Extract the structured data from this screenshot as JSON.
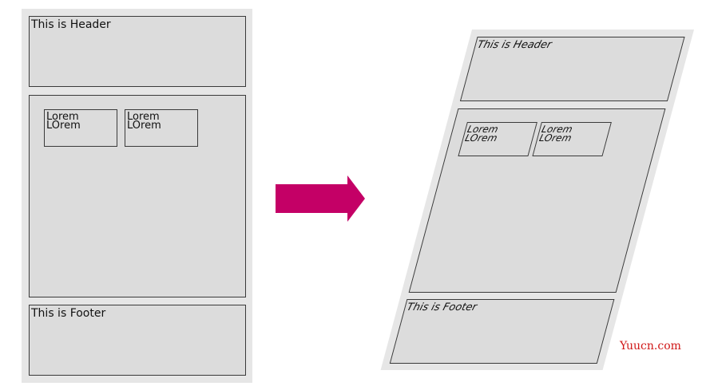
{
  "left": {
    "header": "This is Header",
    "card1": {
      "line1": "Lorem",
      "line2": "LOrem"
    },
    "card2": {
      "line1": "Lorem",
      "line2": "LOrem"
    },
    "footer": "This is Footer"
  },
  "right": {
    "header": "This is Header",
    "card1": {
      "line1": "Lorem",
      "line2": "LOrem"
    },
    "card2": {
      "line1": "Lorem",
      "line2": "LOrem"
    },
    "footer": "This is Footer"
  },
  "watermark": "Yuucn.com",
  "colors": {
    "arrow": "#c40066",
    "panel": "#e6e6e6",
    "box": "#dcdcdc",
    "border": "#3a3a3a",
    "watermark": "#d01818"
  }
}
